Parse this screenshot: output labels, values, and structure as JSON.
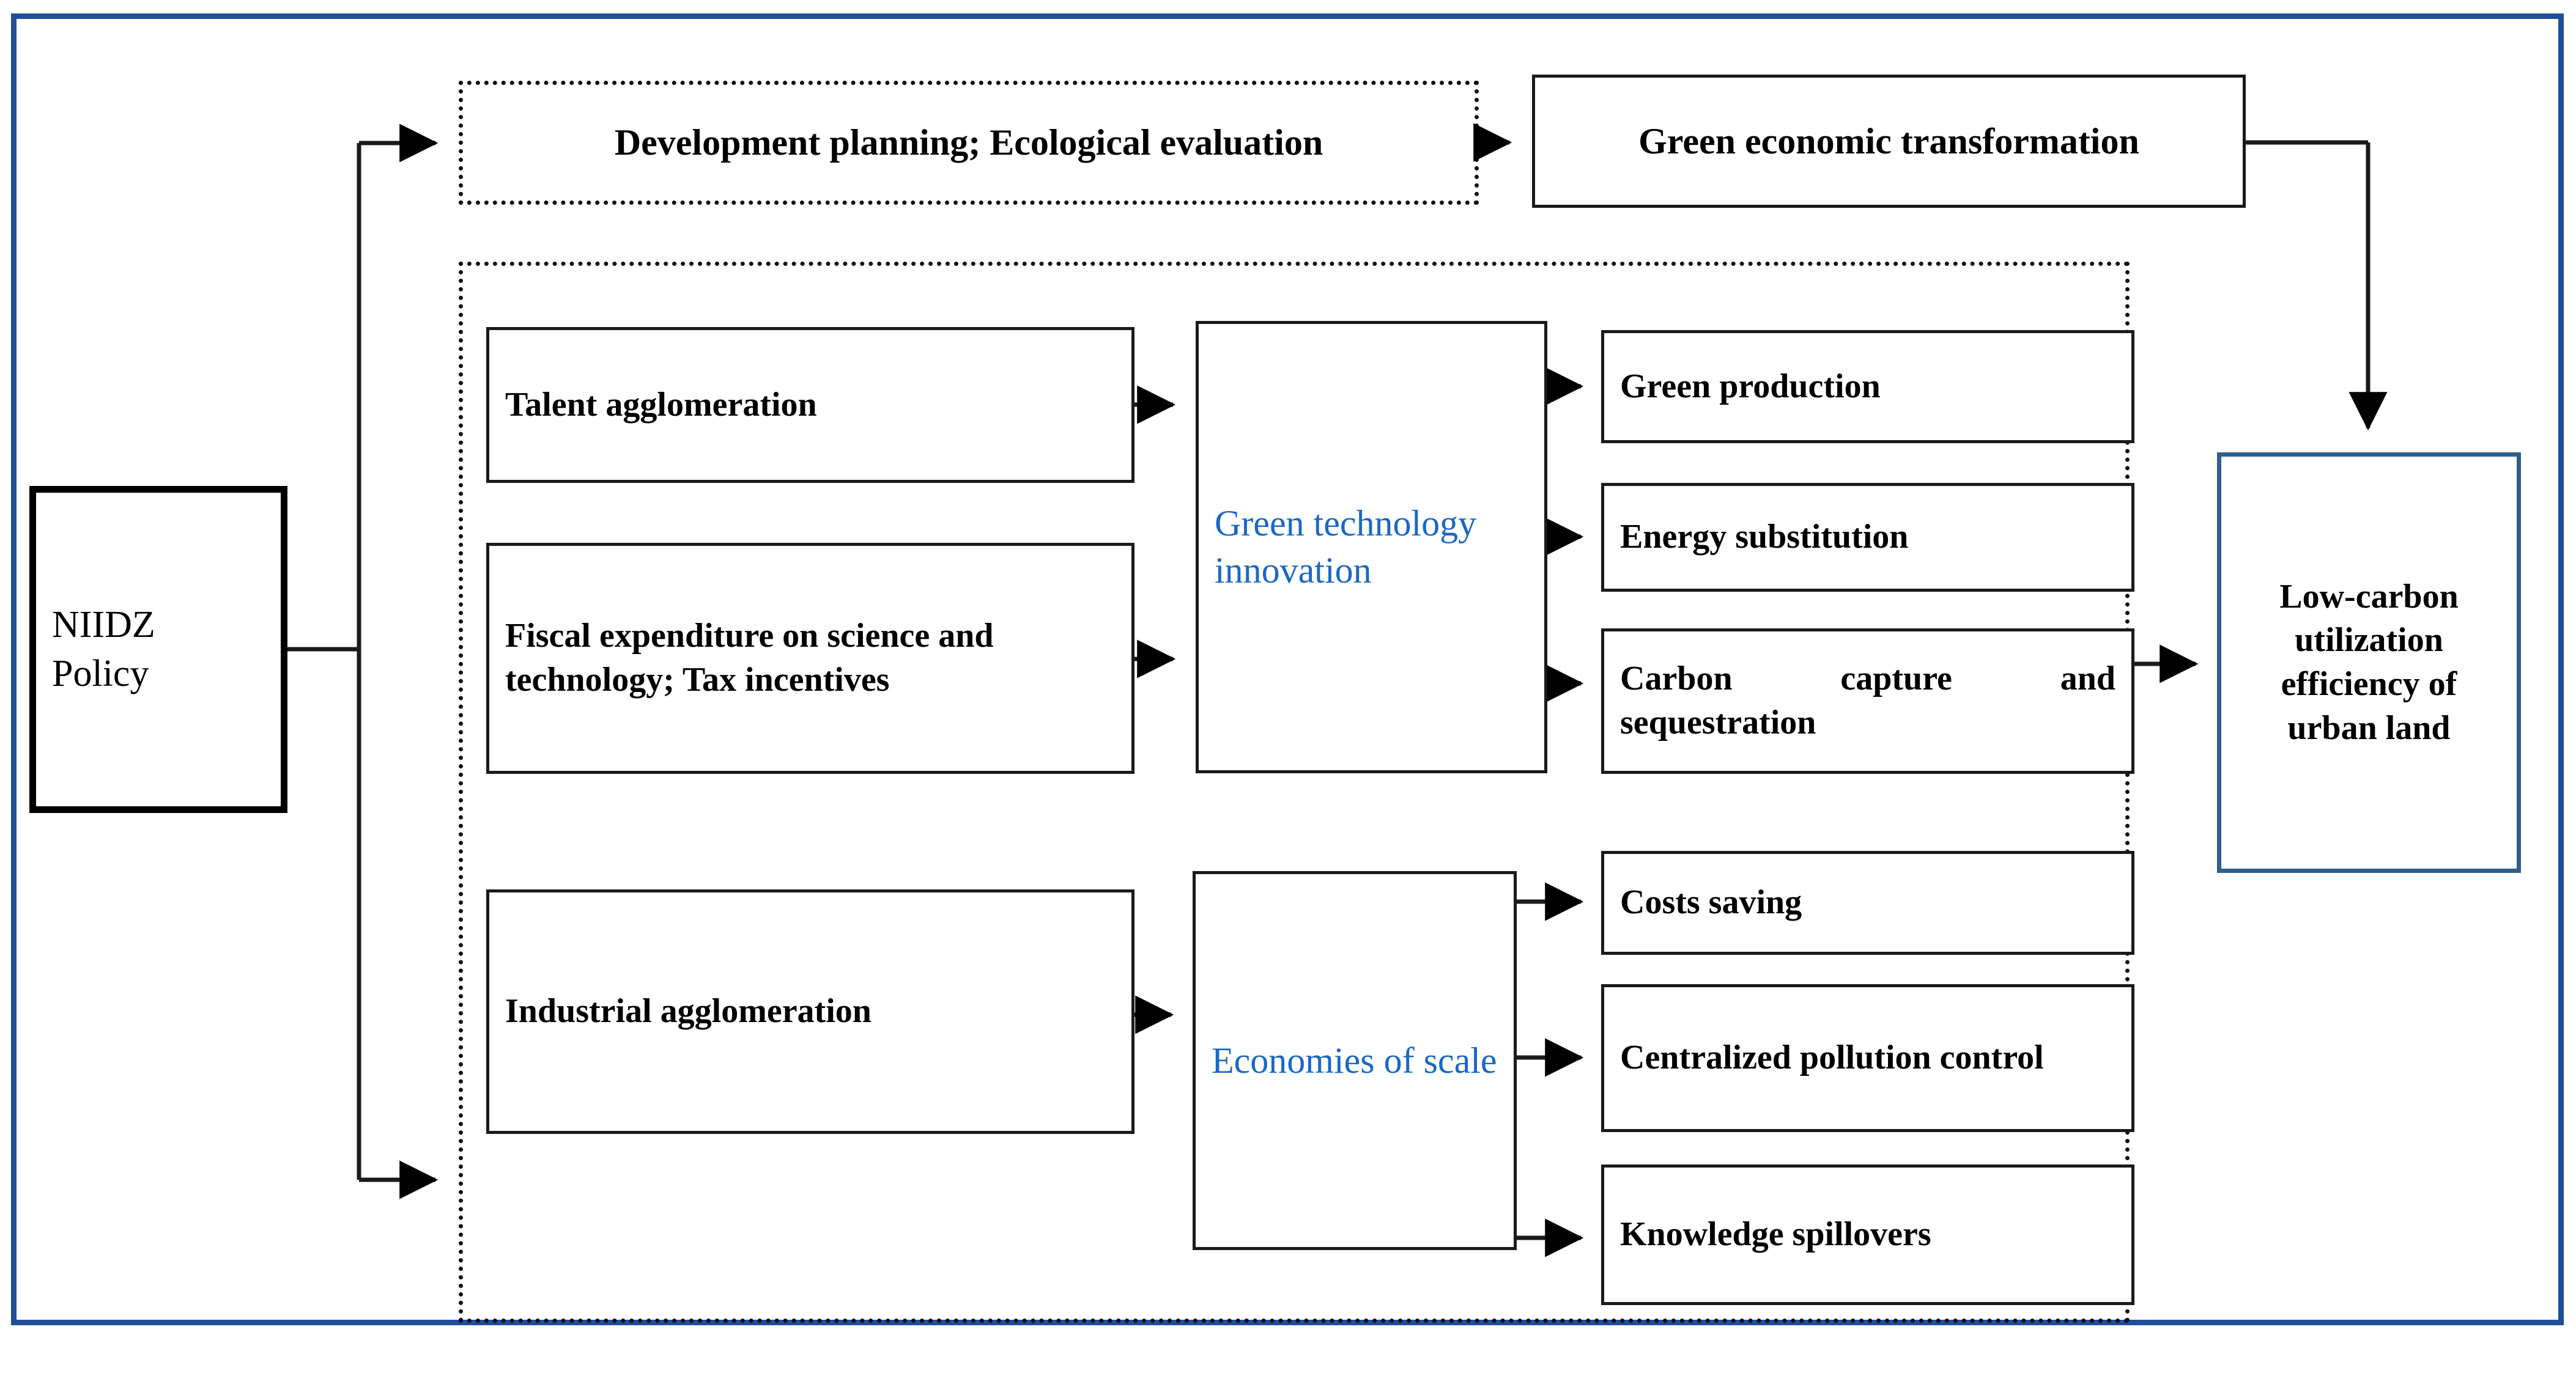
{
  "figure": {
    "type": "flow-diagram",
    "title_visible": false,
    "colors": {
      "outer_frame": "#1F4E9C",
      "accent_blue_text": "#1A68C4",
      "outcome_border": "#2E5E8E",
      "box_border": "#1a1a1a",
      "dotted_border": "#111111"
    }
  },
  "nodes": {
    "policy": {
      "label": "NIIDZ\nPolicy"
    },
    "top_dotted": {
      "label": "Development planning; Ecological evaluation"
    },
    "green_economic": {
      "label": "Green economic transformation"
    },
    "talent": {
      "label": "Talent agglomeration"
    },
    "fiscal": {
      "label": "Fiscal expenditure on science and technology; Tax incentives"
    },
    "gti": {
      "label": "Green technology innovation"
    },
    "green_production": {
      "label": "Green production"
    },
    "energy_substitution": {
      "label": "Energy substitution"
    },
    "carbon_capture": {
      "label": "Carbon capture and sequestration"
    },
    "industrial": {
      "label": "Industrial agglomeration"
    },
    "economies": {
      "label": "Economies of scale"
    },
    "costs_saving": {
      "label": "Costs saving"
    },
    "pollution_control": {
      "label": "Centralized pollution control"
    },
    "knowledge": {
      "label": "Knowledge spillovers"
    },
    "outcome": {
      "label": "Low-carbon utilization efficiency of urban land"
    }
  },
  "edges": [
    {
      "from": "policy",
      "to": "top_dotted"
    },
    {
      "from": "policy",
      "to": "mechanism_group"
    },
    {
      "from": "top_dotted",
      "to": "green_economic"
    },
    {
      "from": "green_economic",
      "to": "outcome"
    },
    {
      "from": "talent",
      "to": "gti"
    },
    {
      "from": "fiscal",
      "to": "gti"
    },
    {
      "from": "gti",
      "to": "green_production"
    },
    {
      "from": "gti",
      "to": "energy_substitution"
    },
    {
      "from": "gti",
      "to": "carbon_capture"
    },
    {
      "from": "industrial",
      "to": "economies"
    },
    {
      "from": "economies",
      "to": "costs_saving"
    },
    {
      "from": "economies",
      "to": "pollution_control"
    },
    {
      "from": "economies",
      "to": "knowledge"
    },
    {
      "from": "mechanism_group",
      "to": "outcome"
    }
  ]
}
